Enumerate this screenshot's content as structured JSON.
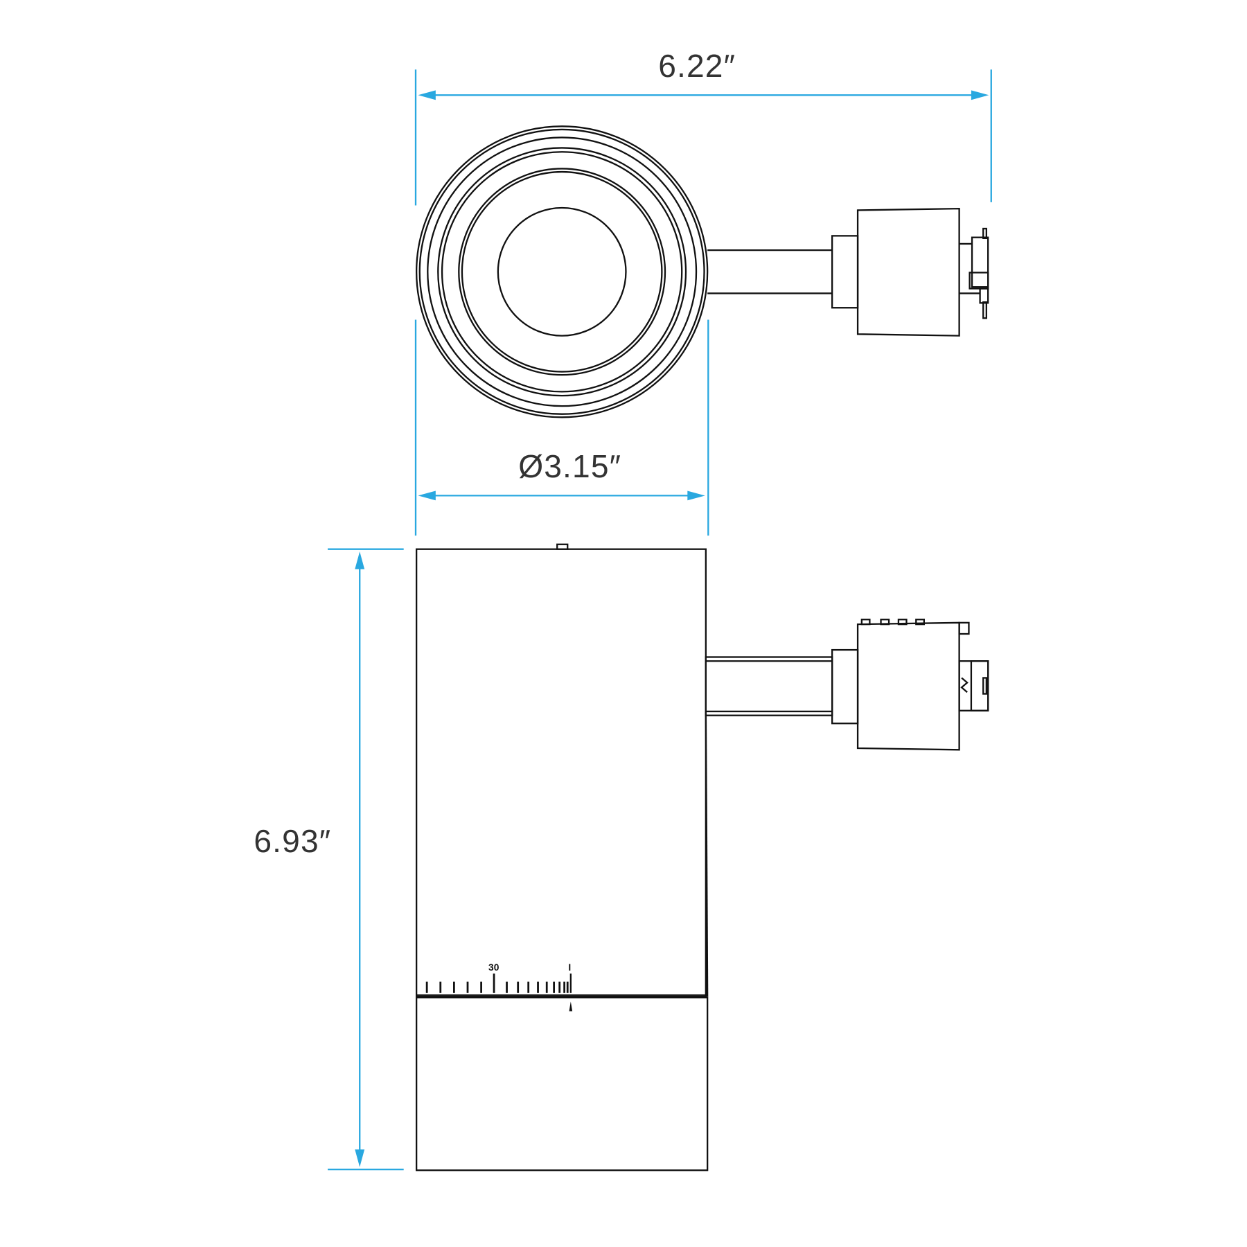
{
  "dimensions": {
    "overall_width": "6.22″",
    "diameter": "Ø3.15″",
    "height": "6.93″"
  },
  "scale": {
    "mark_30": "30",
    "mark_zero": "I"
  },
  "colors": {
    "dimension": "#29a8e0",
    "outline": "#111111"
  }
}
